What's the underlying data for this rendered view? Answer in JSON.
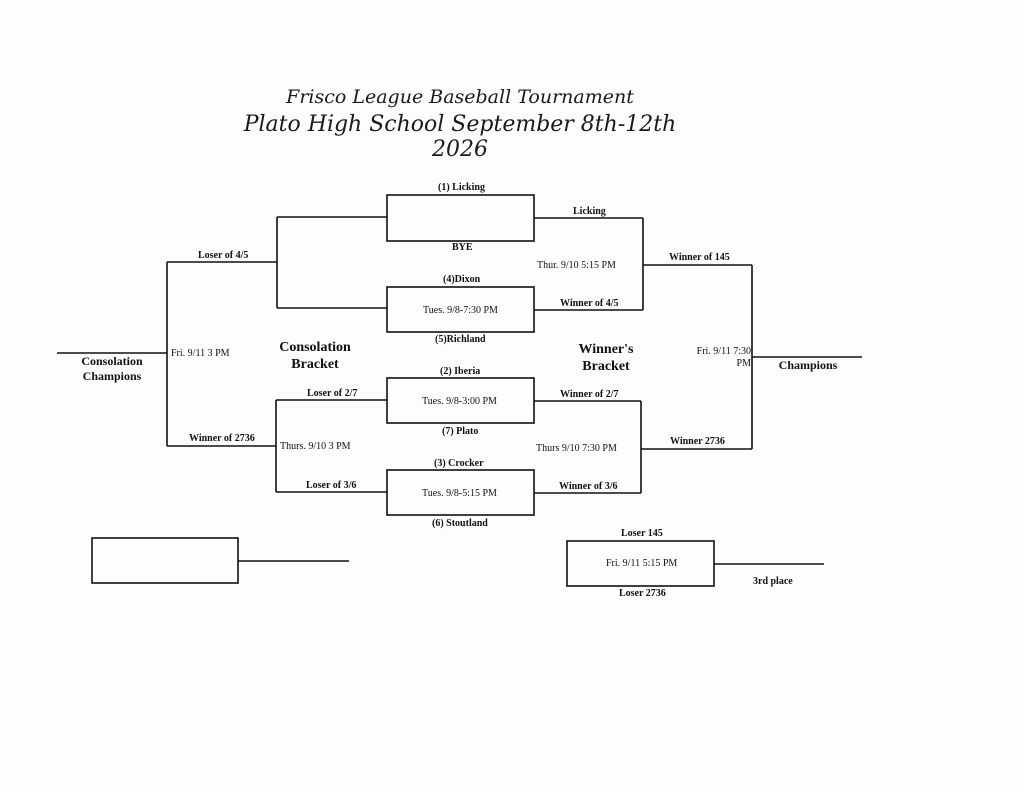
{
  "title": {
    "line1": "Frisco League Baseball Tournament",
    "line2": "Plato High School September 8th-12th 2026"
  },
  "winners_bracket": {
    "label": "Winner's Bracket",
    "quarterfinals": [
      {
        "top_team": "(1) Licking",
        "bottom_team": "BYE",
        "time": ""
      },
      {
        "top_team": "(4)Dixon",
        "bottom_team": "(5)Richland",
        "time": "Tues. 9/8-7:30 PM"
      },
      {
        "top_team": "(2) Iberia",
        "bottom_team": "(7) Plato",
        "time": "Tues. 9/8-3:00 PM"
      },
      {
        "top_team": "(3) Crocker",
        "bottom_team": "(6) Stoutland",
        "time": "Tues. 9/8-5:15 PM"
      }
    ],
    "semifinal_upper": {
      "top": "Licking",
      "bottom": "Winner of 4/5",
      "time": "Thur. 9/10 5:15 PM"
    },
    "semifinal_lower": {
      "top": "Winner of 2/7",
      "bottom": "Winner of 3/6",
      "time": "Thurs 9/10 7:30 PM"
    },
    "final": {
      "top": "Winner of 145",
      "bottom": "Winner 2736",
      "time": "Fri. 9/11 7:30 PM"
    },
    "champion_label": "Champions"
  },
  "consolation_bracket": {
    "label": "Consolation Bracket",
    "semifinal": {
      "top": "Loser of 2/7",
      "bottom": "Loser of 3/6",
      "time": "Thurs. 9/10 3 PM"
    },
    "final": {
      "top": "Loser of 4/5",
      "bottom": "Winner of 2736",
      "time": "Fri. 9/11 3 PM"
    },
    "champion_label": "Consolation Champions"
  },
  "third_place": {
    "top": "Loser 145",
    "bottom": "Loser 2736",
    "time": "Fri. 9/11 5:15 PM",
    "label": "3rd place"
  }
}
